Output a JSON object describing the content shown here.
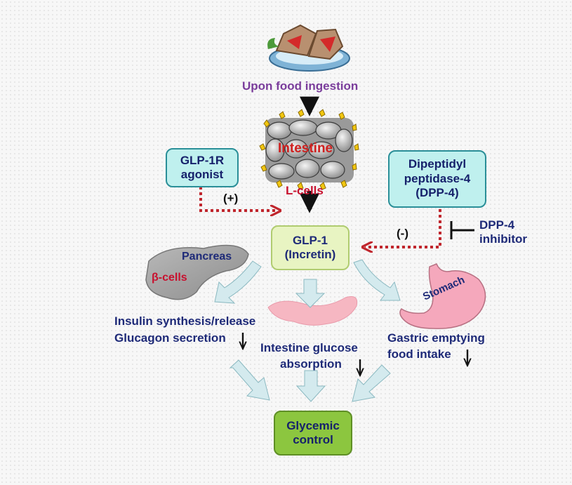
{
  "food": {
    "caption": "Upon food ingestion",
    "color": "#7a3c9b"
  },
  "intestine": {
    "title": "Intestine",
    "cells": "L-cells"
  },
  "agonist": {
    "label": "GLP-1R\nagonist",
    "fill": "#bff0ee",
    "border": "#2a8f98"
  },
  "dpp4": {
    "label": "Dipeptidyl\npeptidase-4\n(DPP-4)",
    "fill": "#bff0ee",
    "border": "#2a8f98"
  },
  "glp1": {
    "label": "GLP-1\n(Incretin)",
    "fill": "#e8f4c2",
    "border": "#b0cc70"
  },
  "signs": {
    "positive": "(+)",
    "negative": "(-)"
  },
  "inhibitor": {
    "label": "DPP-4\ninhibitor"
  },
  "pancreas": {
    "title": "Pancreas",
    "cells": "β-cells"
  },
  "stomach": {
    "title": "Stomach"
  },
  "effects": {
    "insulin": "Insulin synthesis/release",
    "glucagon": "Glucagon secretion",
    "glucose_line1": "Intestine glucose",
    "glucose_line2": "absorption",
    "gastric_line1": "Gastric emptying",
    "gastric_line2": "food intake"
  },
  "outcome": {
    "label": "Glycemic\ncontrol",
    "fill": "#8cc63f",
    "border": "#5f8f26"
  },
  "colors": {
    "navy": "#1e2a78",
    "red": "#c8102e",
    "dashed_arrow": "#c0262d",
    "block_arrow": "#cfe6ea"
  }
}
